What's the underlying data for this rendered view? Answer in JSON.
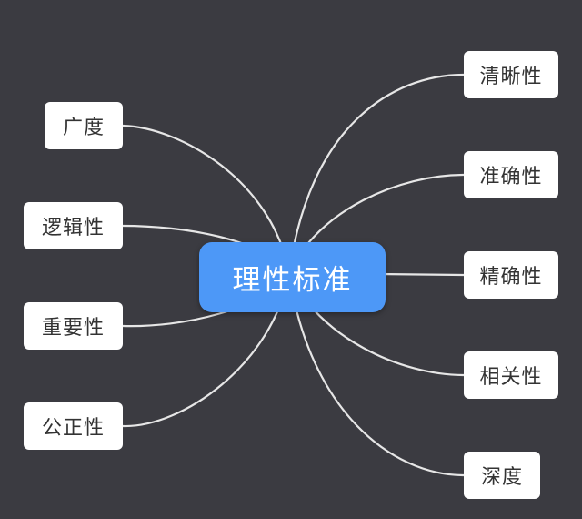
{
  "central_topic": "理性标准",
  "left_branches": [
    {
      "label": "广度"
    },
    {
      "label": "逻辑性"
    },
    {
      "label": "重要性"
    },
    {
      "label": "公正性"
    }
  ],
  "right_branches": [
    {
      "label": "清晰性"
    },
    {
      "label": "准确性"
    },
    {
      "label": "精确性"
    },
    {
      "label": "相关性"
    },
    {
      "label": "深度"
    }
  ],
  "colors": {
    "background": "#3b3b41",
    "central_fill": "#4d98f7",
    "central_text": "#ffffff",
    "node_fill": "#ffffff",
    "node_text": "#333333",
    "connector": "#e6e6e6"
  }
}
